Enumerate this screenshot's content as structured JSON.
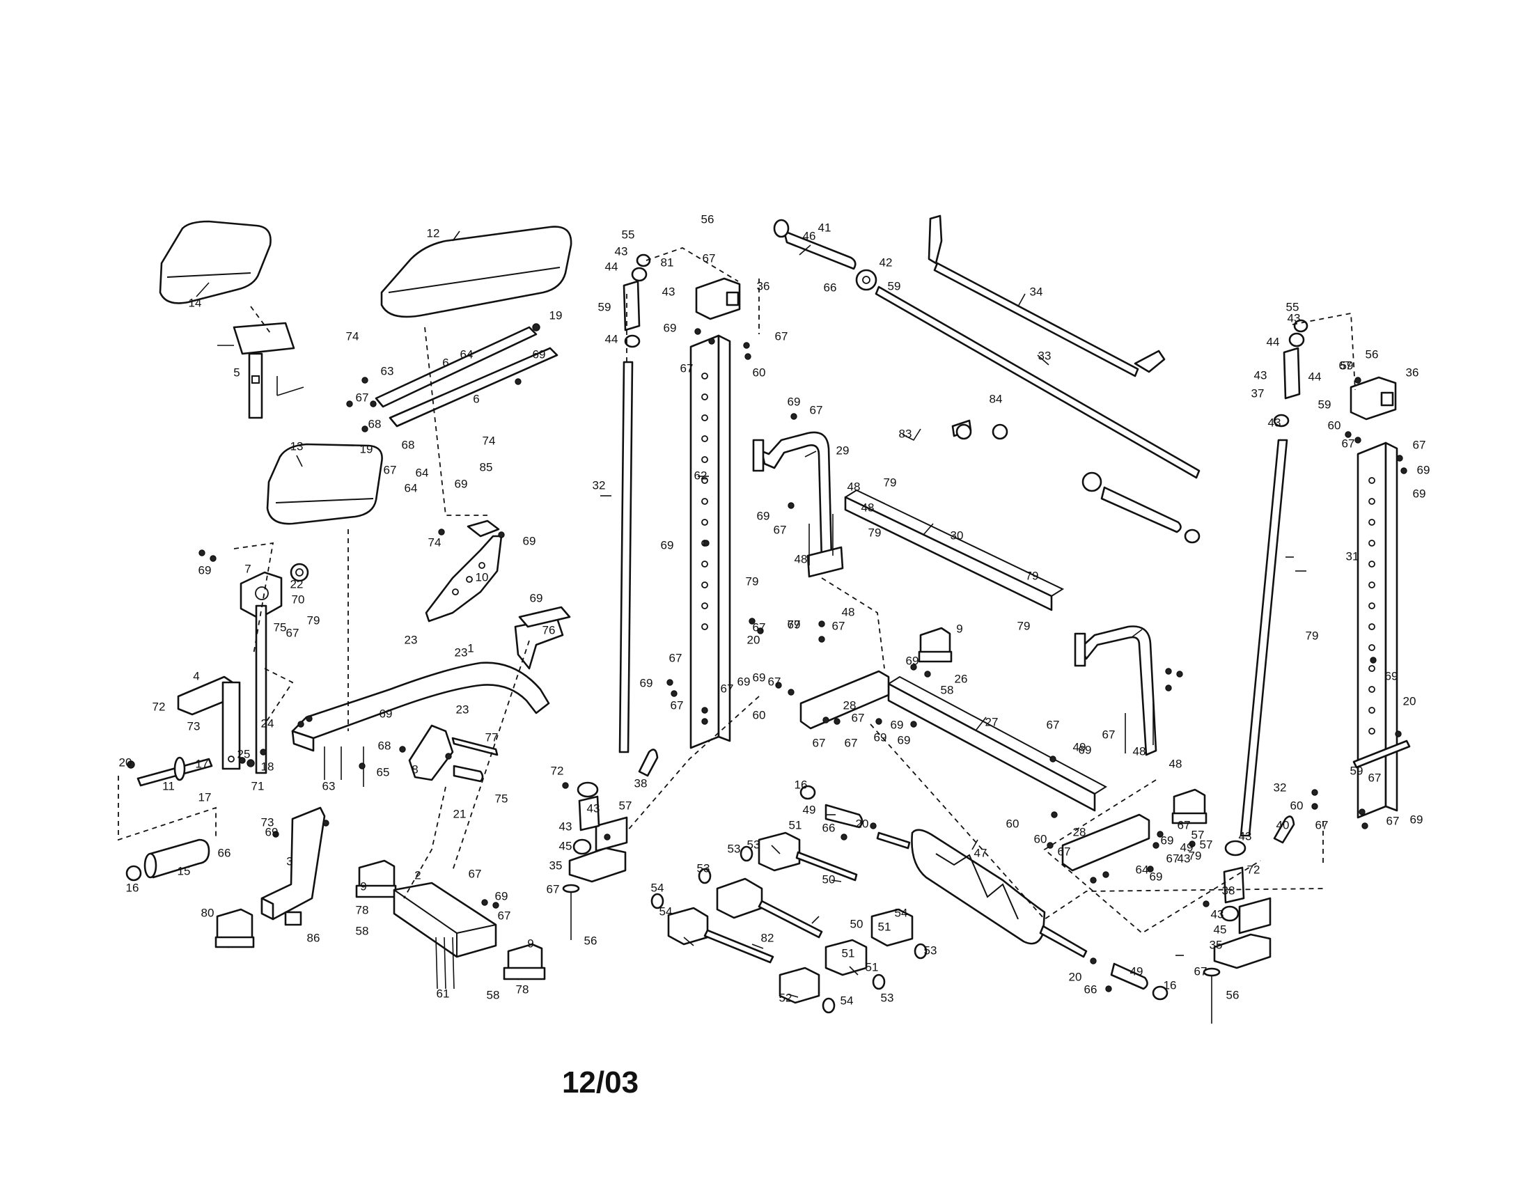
{
  "diagram": {
    "footer_date": "12/03",
    "part_numbers": [
      "1",
      "2",
      "3",
      "4",
      "5",
      "6",
      "7",
      "8",
      "9",
      "10",
      "11",
      "12",
      "13",
      "14",
      "15",
      "16",
      "17",
      "18",
      "19",
      "20",
      "21",
      "22",
      "23",
      "24",
      "25",
      "26",
      "27",
      "28",
      "29",
      "30",
      "31",
      "32",
      "33",
      "34",
      "35",
      "36",
      "37",
      "38",
      "39",
      "40",
      "41",
      "42",
      "43",
      "44",
      "45",
      "46",
      "47",
      "48",
      "49",
      "50",
      "51",
      "52",
      "53",
      "54",
      "55",
      "56",
      "57",
      "58",
      "59",
      "60",
      "61",
      "62",
      "63",
      "64",
      "65",
      "66",
      "67",
      "68",
      "69",
      "70",
      "71",
      "72",
      "73",
      "74",
      "75",
      "76",
      "77",
      "78",
      "79",
      "80",
      "81",
      "82",
      "83",
      "84",
      "85",
      "86"
    ]
  }
}
